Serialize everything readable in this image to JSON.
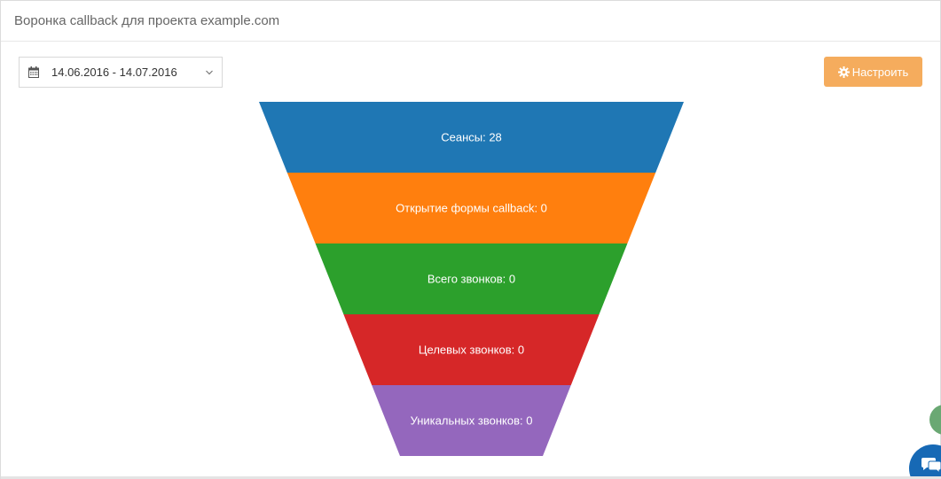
{
  "header": {
    "title": "Воронка callback для проекта example.com"
  },
  "toolbar": {
    "date_range": "14.06.2016 - 14.07.2016",
    "settings_label": "Настроить",
    "calendar_icon": "calendar-icon",
    "settings_icon": "gear-icon",
    "settings_color": "#f5ac5d"
  },
  "chart_data": {
    "type": "funnel",
    "stages": [
      {
        "label": "Сеансы: 28",
        "name": "Сеансы",
        "value": 28,
        "color": "#1f77b4"
      },
      {
        "label": "Открытие формы callback: 0",
        "name": "Открытие формы callback",
        "value": 0,
        "color": "#ff7f0e"
      },
      {
        "label": "Всего звонков: 0",
        "name": "Всего звонков",
        "value": 0,
        "color": "#2ca02c"
      },
      {
        "label": "Целевых звонков: 0",
        "name": "Целевых звонков",
        "value": 0,
        "color": "#d62728"
      },
      {
        "label": "Уникальных звонков: 0",
        "name": "Уникальных звонков",
        "value": 0,
        "color": "#9467bd"
      }
    ]
  },
  "widgets": {
    "chat_icon": "chat-icon",
    "phone_icon": "phone-icon"
  }
}
